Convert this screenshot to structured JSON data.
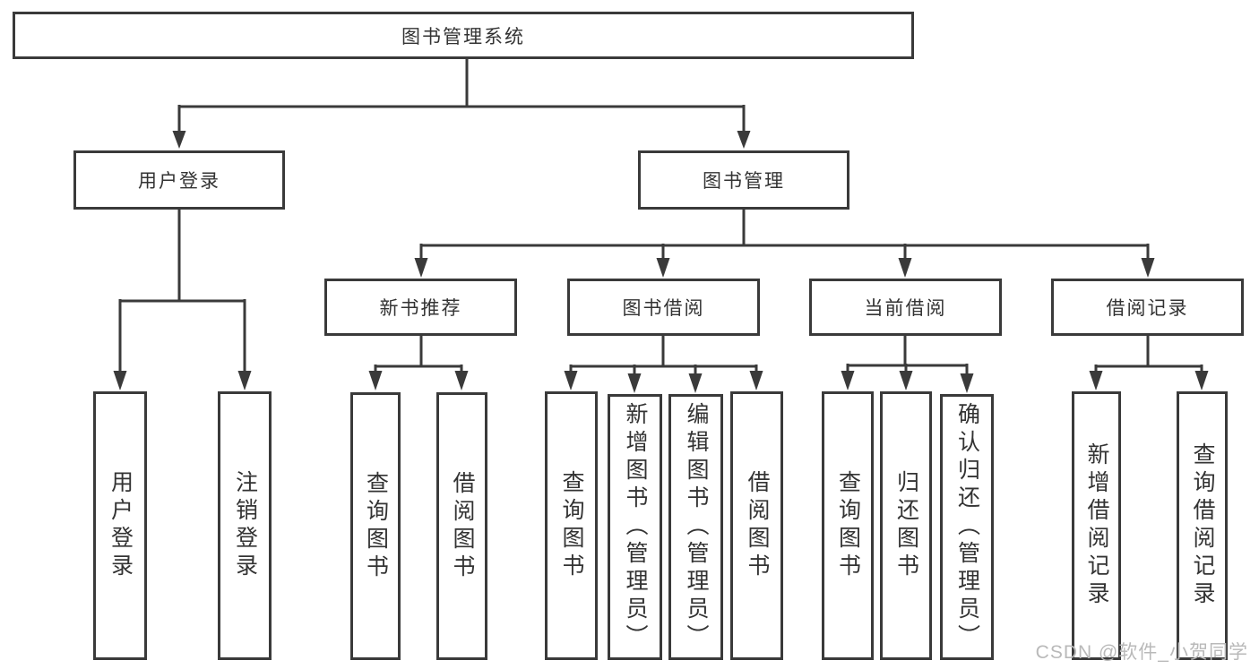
{
  "tree": {
    "label": "图书管理系统",
    "children": [
      {
        "label": "用户登录",
        "children": [
          {
            "label": "用户登录"
          },
          {
            "label": "注销登录"
          }
        ]
      },
      {
        "label": "图书管理",
        "children": [
          {
            "label": "新书推荐",
            "children": [
              {
                "label": "查询图书"
              },
              {
                "label": "借阅图书"
              }
            ]
          },
          {
            "label": "图书借阅",
            "children": [
              {
                "label": "查询图书"
              },
              {
                "label": "新增图书（管理员）"
              },
              {
                "label": "编辑图书（管理员）"
              },
              {
                "label": "借阅图书"
              }
            ]
          },
          {
            "label": "当前借阅",
            "children": [
              {
                "label": "查询图书"
              },
              {
                "label": "归还图书"
              },
              {
                "label": "确认归还（管理员）"
              }
            ]
          },
          {
            "label": "借阅记录",
            "children": [
              {
                "label": "新增借阅记录"
              },
              {
                "label": "查询借阅记录"
              }
            ]
          }
        ]
      }
    ]
  },
  "watermark": {
    "text": "CSDN @软件_小贺同学"
  },
  "colors": {
    "background": "#ffffff",
    "box_fill": "#ffffff",
    "box_border": "#3a3a3a",
    "line": "#3a3a3a",
    "text": "#333333",
    "watermark": "#b9b9b9"
  }
}
